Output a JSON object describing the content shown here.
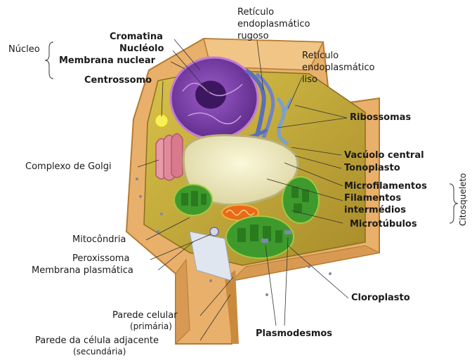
{
  "labels": {
    "nucleo": "Núcleo",
    "cromatina": "Cromatina",
    "nucleolo": "Nucléolo",
    "membrana_nuclear": "Membrana nuclear",
    "centrossomo": "Centrossomo",
    "complexo_golgi": "Complexo de Golgi",
    "mitocondria": "Mitocôndria",
    "peroxissoma": "Peroxissoma",
    "membrana_plasmatica": "Membrana plasmática",
    "parede_celular": "Parede celular",
    "parede_celular_2": "(primária)",
    "parede_adjacente": "Parede da célula adjacente",
    "parede_adjacente_2": "(secundária)",
    "reticulo_rugoso_1": "Retículo",
    "reticulo_rugoso_2": "endoplasmático",
    "reticulo_rugoso_3": "rugoso",
    "reticulo_liso_1": "Retículo",
    "reticulo_liso_2": "endoplasmático",
    "reticulo_liso_3": "liso",
    "ribossomas": "Ribossomas",
    "vacuolo": "Vacúolo central",
    "tonoplasto": "Tonoplasto",
    "microfilamentos": "Microfilamentos",
    "filamentos_1": "Filamentos",
    "filamentos_2": "intermédios",
    "microtubulos": "Microtúbulos",
    "citosqueleto": "Citosqueleto",
    "cloroplasto": "Cloroplasto",
    "plasmodesmos": "Plasmodesmos"
  },
  "colors": {
    "wall": "#e8b06a",
    "wall_dark": "#c98a3e",
    "cytoplasm": "#c9b23a",
    "nucleus": "#7b3fa8",
    "vacuole": "#f3efc0",
    "chloroplast": "#3f9a2e",
    "golgi": "#d87a8c",
    "er": "#5a6fb8"
  }
}
